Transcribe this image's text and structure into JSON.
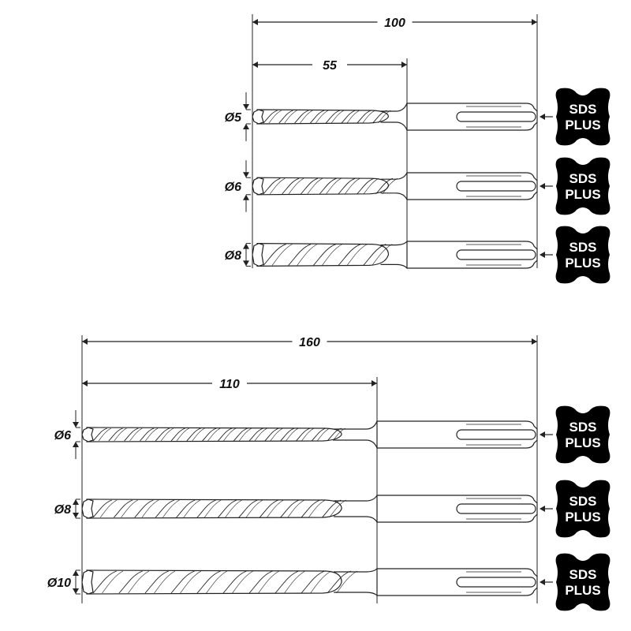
{
  "badge": {
    "line1": "SDS",
    "line2": "PLUS"
  },
  "groups": [
    {
      "total_length": "100",
      "working_length": "55",
      "drills": [
        {
          "diameter_label": "Ø5",
          "diameter_mm": 5
        },
        {
          "diameter_label": "Ø6",
          "diameter_mm": 6
        },
        {
          "diameter_label": "Ø8",
          "diameter_mm": 8
        }
      ]
    },
    {
      "total_length": "160",
      "working_length": "110",
      "drills": [
        {
          "diameter_label": "Ø6",
          "diameter_mm": 6
        },
        {
          "diameter_label": "Ø8",
          "diameter_mm": 8
        },
        {
          "diameter_label": "Ø10",
          "diameter_mm": 10
        }
      ]
    }
  ],
  "colors": {
    "line": "#222222",
    "badge": "#000000"
  }
}
